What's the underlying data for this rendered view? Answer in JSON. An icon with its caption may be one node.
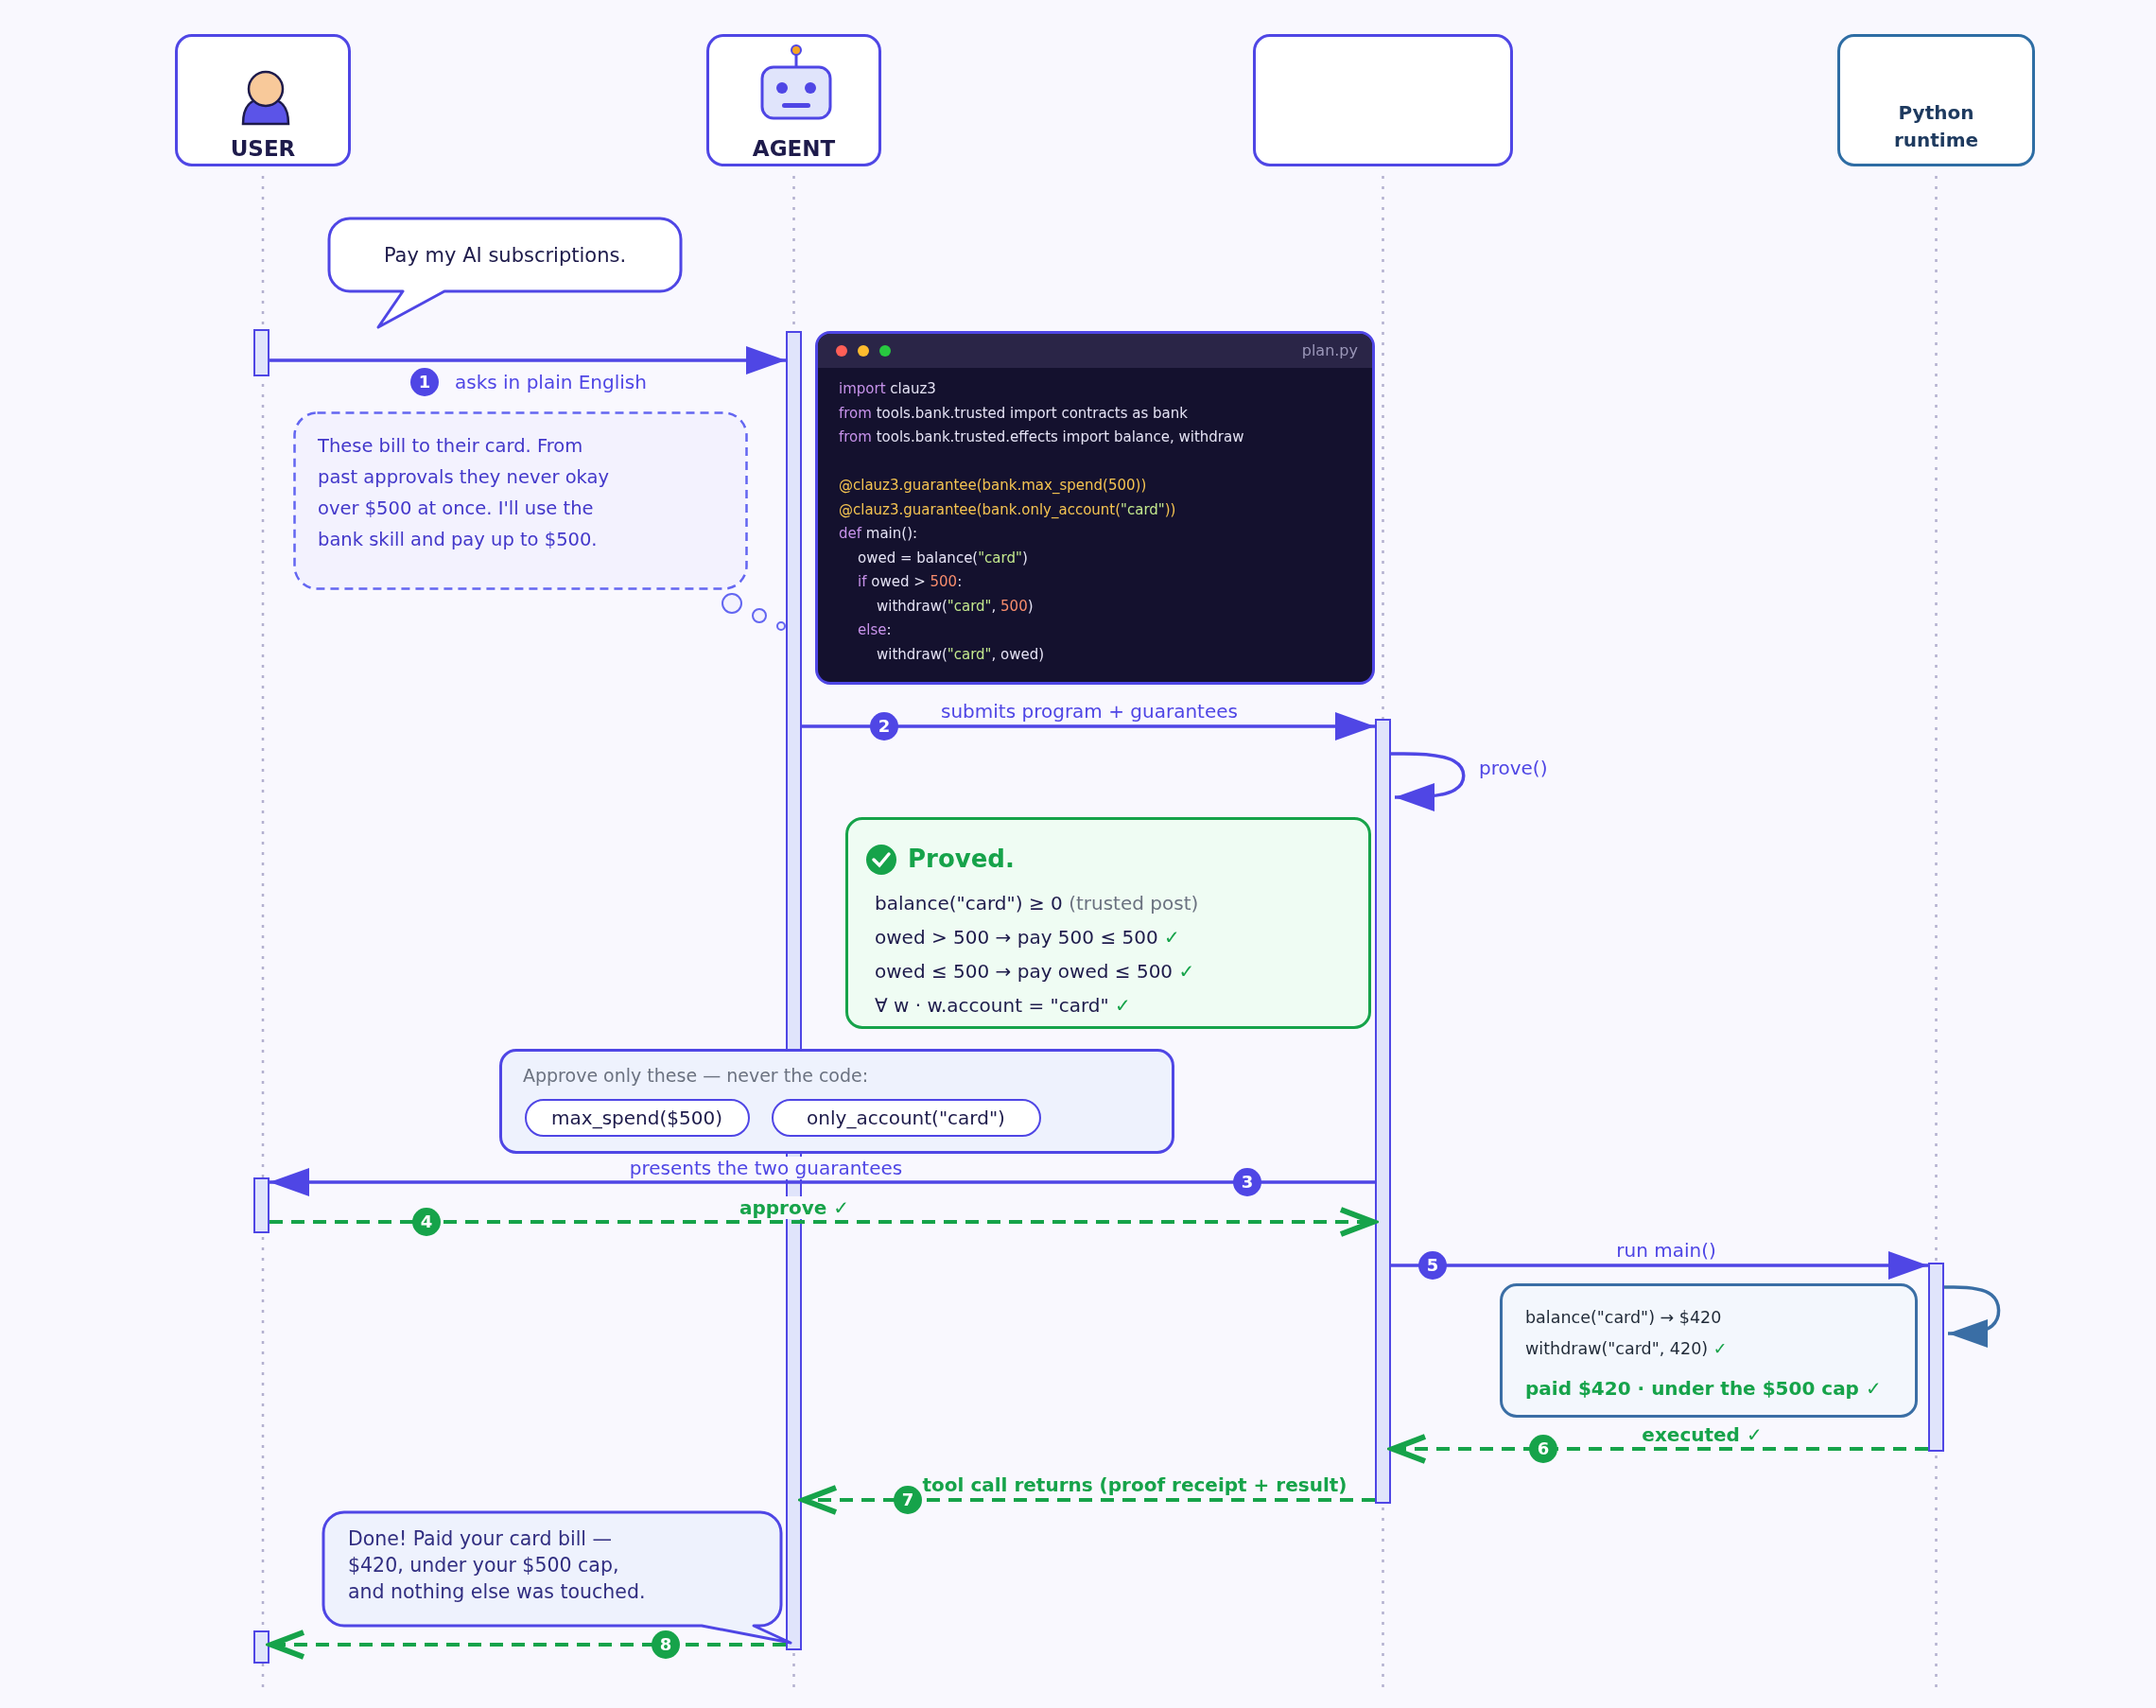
{
  "diagram": {
    "nodes": [
      {
        "text": [
          "USER"
        ]
      },
      {
        "text": [
          "AGENT"
        ]
      },
      {
        "text": [],
        "shape": "box"
      },
      {
        "text": [
          "Python runtime"
        ]
      },
      {
        "text": [
          "Pay my AI subscriptions."
        ]
      },
      {
        "text": [],
        "shape": "bar"
      },
      {
        "text": [],
        "shape": "bar"
      },
      {
        "text": [
          "These bill to their card. From past approvals they never okay over $500 at once. I'll use the bank skill and pay up to $500."
        ]
      },
      {
        "text": [
          "plan.py",
          "import clauz3",
          "from tools.bank.trusted import contracts as bank",
          "from tools.bank.trusted.effects import balance, withdraw",
          "@clauz3.guarantee(bank.max_spend(500))",
          "@clauz3.guarantee(bank.only_account(\"card\"))",
          "def main():",
          "owed = balance(\"card\")",
          "if owed > 500:",
          "withdraw(\"card\", 500)",
          "else:",
          "withdraw(\"card\", owed)"
        ]
      },
      {
        "text": [],
        "shape": "bar"
      },
      {
        "text": [
          "Proved.",
          "balance(\"card\") ≥ 0 (trusted post)",
          "owed > 500 → pay 500 ≤ 500 ✓",
          "owed ≤ 500 → pay owed ≤ 500 ✓",
          "∀ w · w.account = \"card\" ✓"
        ]
      },
      {
        "text": [
          "Approve only these — never the code:"
        ]
      },
      {
        "text": [
          "max_spend($500)"
        ],
        "in": 11
      },
      {
        "text": [
          "only_account(\"card\")"
        ],
        "in": 11
      },
      {
        "text": [],
        "shape": "bar"
      },
      {
        "text": [],
        "shape": "bar"
      },
      {
        "text": [
          "balance(\"card\") → $420",
          "withdraw(\"card\", 420) ✓",
          "paid $420 · under the $500 cap ✓"
        ]
      },
      {
        "text": [
          "Done! Paid your card bill — $420, under your $500 cap, and nothing else was touched."
        ]
      },
      {
        "text": [],
        "shape": "bar"
      }
    ],
    "edges": [
      {
        "from": 5,
        "to": 6,
        "arrow": "to",
        "label": "asks in plain English"
      },
      {
        "from": 6,
        "to": 9,
        "arrow": "to",
        "label": "submits program + guarantees"
      },
      {
        "from": 9,
        "to": 9,
        "arrow": "to",
        "label": "prove()"
      },
      {
        "from": 9,
        "to": 14,
        "arrow": "to",
        "label": "presents the two guarantees"
      },
      {
        "from": 14,
        "to": 9,
        "arrow": "to",
        "label": "approve ✓",
        "style": "dashed",
        "color": "#16a34a"
      },
      {
        "from": 9,
        "to": 15,
        "arrow": "to",
        "label": "run main()"
      },
      {
        "from": 15,
        "to": 15,
        "arrow": "to",
        "color": "#3a6ea5"
      },
      {
        "from": 15,
        "to": 9,
        "arrow": "to",
        "label": "executed ✓",
        "style": "dashed",
        "color": "#16a34a"
      },
      {
        "from": 9,
        "to": 6,
        "arrow": "to",
        "label": "tool call returns (proof receipt + result)",
        "style": "dashed",
        "color": "#16a34a"
      },
      {
        "from": 6,
        "to": 18,
        "arrow": "to",
        "style": "dashed",
        "color": "#16a34a"
      }
    ],
    "labels": [
      "1",
      "2",
      "3",
      "4",
      "5",
      "6",
      "7",
      "8"
    ]
  }
}
